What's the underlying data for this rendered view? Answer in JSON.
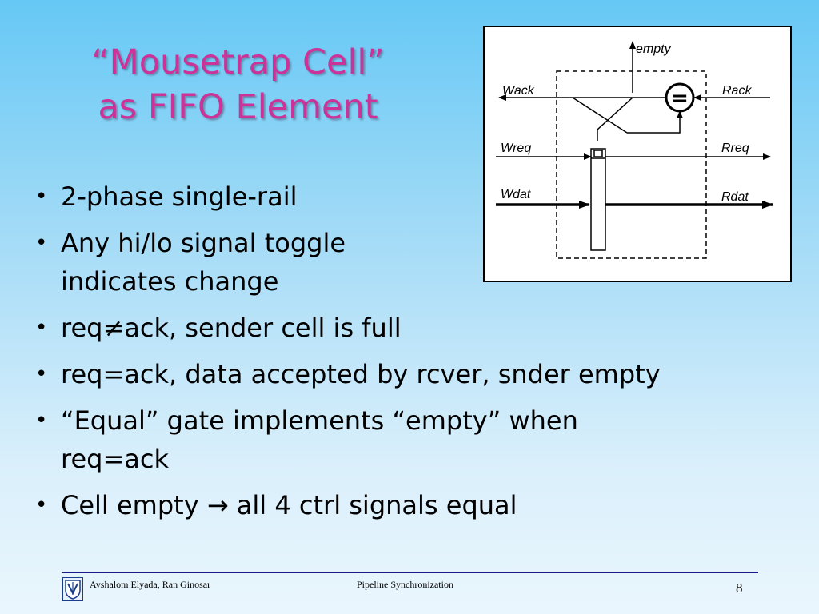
{
  "title": {
    "line1": "“Mousetrap Cell”",
    "line2": "as FIFO Element"
  },
  "bullets": [
    {
      "lines": [
        "2-phase single-rail"
      ]
    },
    {
      "lines": [
        "Any hi/lo signal toggle",
        "indicates change"
      ]
    },
    {
      "lines": [
        "req≠ack, sender cell is full"
      ]
    },
    {
      "lines": [
        "req=ack, data accepted by rcver, snder empty"
      ]
    },
    {
      "lines": [
        "“Equal” gate implements “empty” when",
        "req=ack"
      ]
    },
    {
      "lines": [
        "Cell empty → all 4 ctrl signals equal"
      ]
    }
  ],
  "diagram": {
    "labels": {
      "empty": "empty",
      "wack": "Wack",
      "rack": "Rack",
      "wreq": "Wreq",
      "rreq": "Rreq",
      "wdat": "Wdat",
      "rdat": "Rdat",
      "equal_gate": "="
    }
  },
  "footer": {
    "authors": "Avshalom Elyada, Ran Ginosar",
    "topic": "Pipeline Synchronization",
    "page_number": "8"
  },
  "colors": {
    "title": "#cc3399",
    "footer_line": "#1a1a8c"
  }
}
